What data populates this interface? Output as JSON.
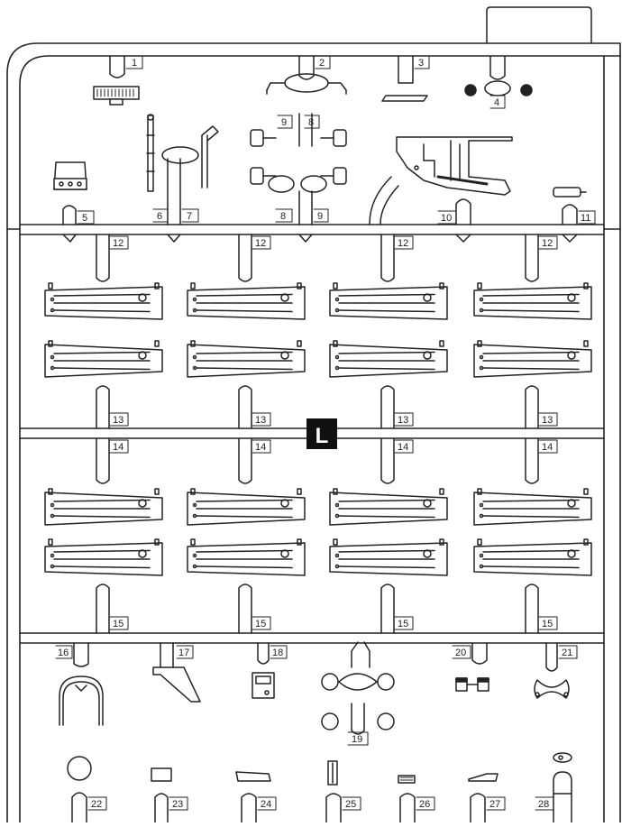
{
  "sprue_letter": "L",
  "labels": {
    "p1": "1",
    "p2": "2",
    "p3": "3",
    "p4": "4",
    "p5": "5",
    "p6": "6",
    "p7": "7",
    "p8": "8",
    "p9": "9",
    "p10": "10",
    "p11": "11",
    "p12": "12",
    "p13": "13",
    "p14": "14",
    "p15": "15",
    "p16": "16",
    "p17": "17",
    "p18": "18",
    "p19": "19",
    "p20": "20",
    "p21": "21",
    "p22": "22",
    "p23": "23",
    "p24": "24",
    "p25": "25",
    "p26": "26",
    "p27": "27",
    "p28": "28"
  }
}
